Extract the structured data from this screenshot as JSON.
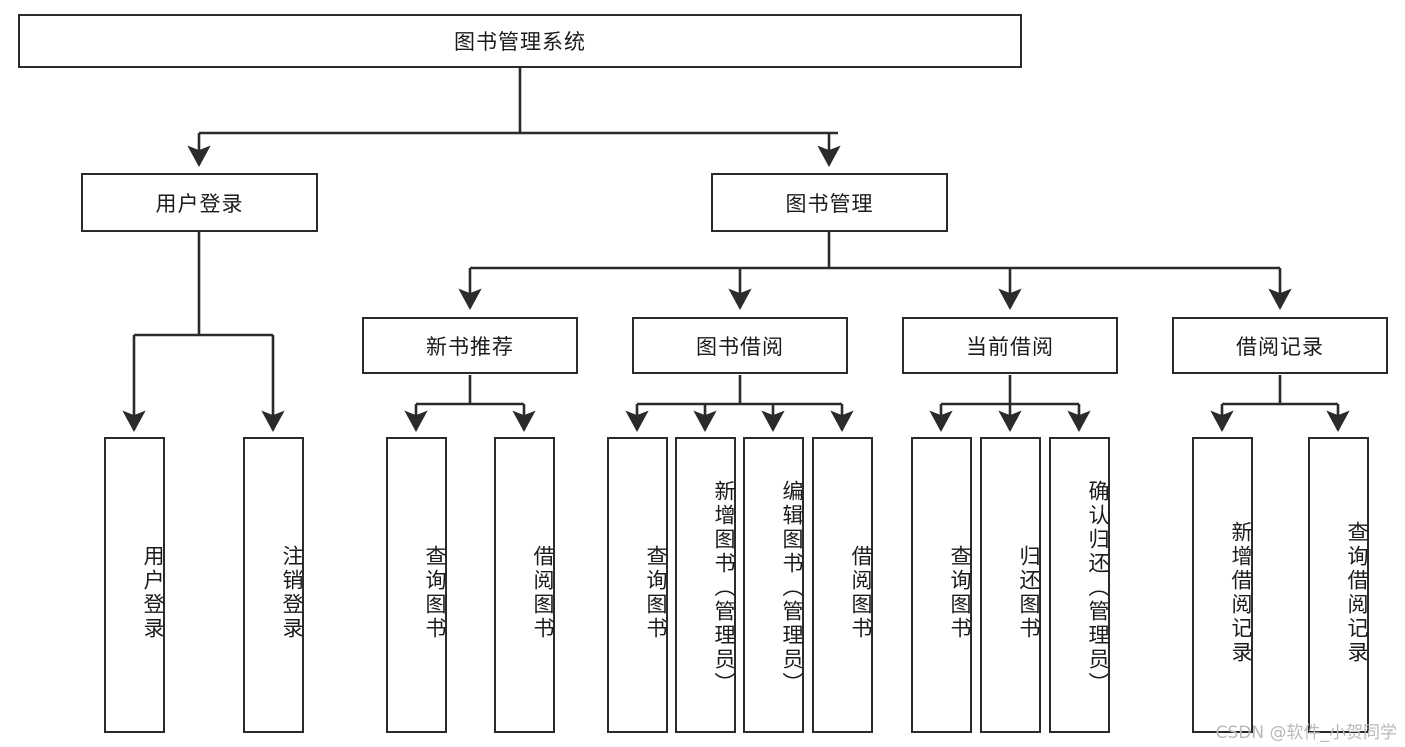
{
  "diagram": {
    "title": "图书管理系统",
    "watermark": "CSDN @软件_小贺同学",
    "colors": {
      "stroke": "#2b2b2b",
      "fill": "#ffffff",
      "text": "#1b1b1b",
      "watermark": "#b9b9b9"
    },
    "levels": {
      "root": {
        "label": "图书管理系统"
      },
      "level2": [
        {
          "label": "用户登录"
        },
        {
          "label": "图书管理"
        }
      ],
      "level3": [
        {
          "label": "新书推荐"
        },
        {
          "label": "图书借阅"
        },
        {
          "label": "当前借阅"
        },
        {
          "label": "借阅记录"
        }
      ]
    },
    "groups": [
      {
        "parent": "用户登录",
        "leaves": [
          {
            "label": "用户登录"
          },
          {
            "label": "注销登录"
          }
        ]
      },
      {
        "parent": "新书推荐",
        "leaves": [
          {
            "label": "查询图书"
          },
          {
            "label": "借阅图书"
          }
        ]
      },
      {
        "parent": "图书借阅",
        "leaves": [
          {
            "label": "查询图书"
          },
          {
            "label": "新增图书（管理员）"
          },
          {
            "label": "编辑图书（管理员）"
          },
          {
            "label": "借阅图书"
          }
        ]
      },
      {
        "parent": "当前借阅",
        "leaves": [
          {
            "label": "查询图书"
          },
          {
            "label": "归还图书"
          },
          {
            "label": "确认归还（管理员）"
          }
        ]
      },
      {
        "parent": "借阅记录",
        "leaves": [
          {
            "label": "新增借阅记录"
          },
          {
            "label": "查询借阅记录"
          }
        ]
      }
    ]
  }
}
